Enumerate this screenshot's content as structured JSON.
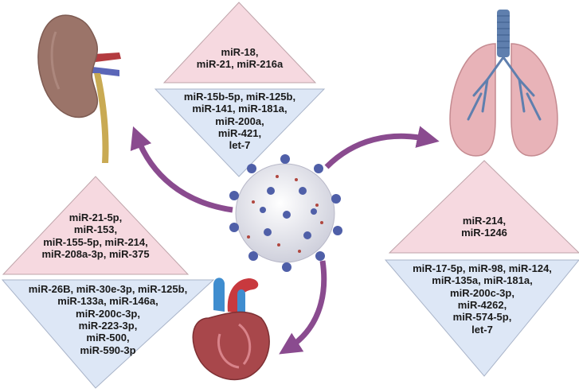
{
  "colors": {
    "up_triangle_fill": "#f6d9e0",
    "down_triangle_fill": "#dde7f6",
    "arrow": "#8a4b8f",
    "virus_body": "#e5e5ec",
    "virus_spike": "#4f5fa8",
    "kidney": "#9b7469",
    "lung": "#e8b3b8",
    "heart": "#a8474b",
    "airway": "#5f7fae"
  },
  "icons": [
    "kidney-icon",
    "lungs-icon",
    "heart-icon",
    "coronavirus-icon"
  ],
  "groups": {
    "kidney": {
      "upregulated": [
        "miR-18,",
        "miR-21, miR-216a"
      ],
      "downregulated": [
        "miR-15b-5p, miR-125b,",
        "miR-141, miR-181a,",
        "miR-200a,",
        "miR-421,",
        "let-7"
      ]
    },
    "lung": {
      "upregulated": [
        "miR-214,",
        "miR-1246"
      ],
      "downregulated": [
        "miR-17-5p, miR-98, miR-124,",
        "miR-135a, miR-181a,",
        "miR-200c-3p,",
        "miR-4262,",
        "miR-574-5p,",
        "let-7"
      ]
    },
    "heart": {
      "upregulated": [
        "miR-21-5p,",
        "miR-153,",
        "miR-155-5p, miR-214,",
        "miR-208a-3p, miR-375"
      ],
      "downregulated": [
        "miR-26B, miR-30e-3p, miR-125b,",
        "miR-133a, miR-146a,",
        "miR-200c-3p,",
        "miR-223-3p,",
        "miR-500,",
        "miR-590-3p"
      ]
    }
  }
}
